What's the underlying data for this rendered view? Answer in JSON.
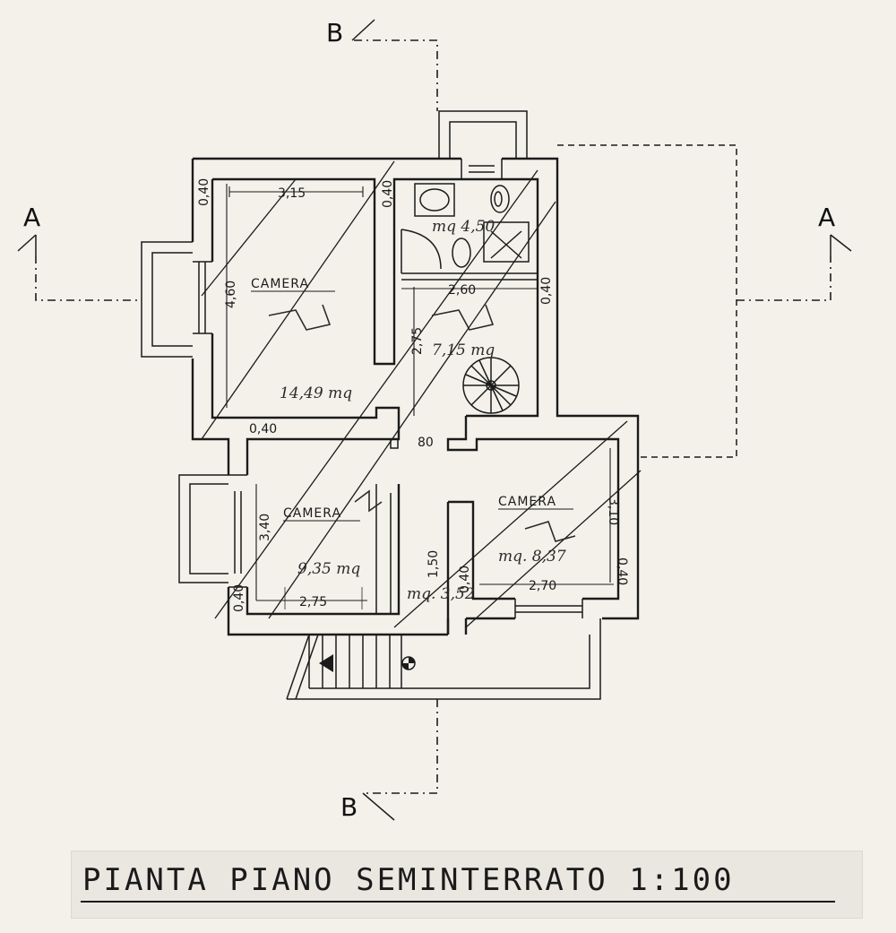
{
  "title": "PIANTA PIANO SEMINTERRATO 1:100",
  "section_marks": {
    "a_left": "A",
    "a_right": "A",
    "b_top": "B",
    "b_bottom": "B"
  },
  "rooms": [
    {
      "label": "CAMERA",
      "area": "14,49 mq"
    },
    {
      "label": "CAMERA",
      "area": "9,35 mq"
    },
    {
      "label": "CAMERA",
      "area": "mq. 8,37"
    }
  ],
  "bath_area": "mq 4,50",
  "stair_area": "7,15 mq",
  "hall_area": "mq. 3,52",
  "dimensions": {
    "d_315": "3,15",
    "d_040_a": "0,40",
    "d_040_b": "0,40",
    "d_460": "4,60",
    "d_260": "2,60",
    "d_275_v": "2,75",
    "d_040_c": "0,40",
    "d_040_d": "0,40",
    "d_340": "3,40",
    "d_040_e": "0,40",
    "d_275_h": "2,75",
    "d_150": "1,50",
    "d_040_f": "0,40",
    "d_270": "2,70",
    "d_310": "3,10",
    "d_040_g": "0,40",
    "d_80": "80"
  }
}
